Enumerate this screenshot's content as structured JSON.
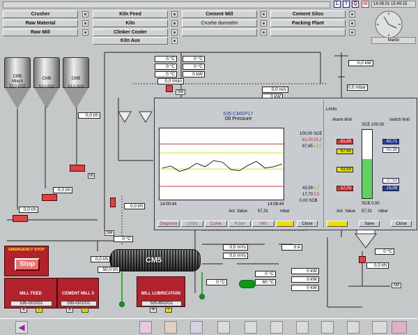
{
  "nav": {
    "col1": [
      "Crusher",
      "Raw Material",
      "Raw Mill"
    ],
    "col2": [
      "Kiln Feed",
      "Kiln",
      "Clinker Cooler",
      "Kiln Aux"
    ],
    "col3": [
      "Cement Mill",
      "Crushe dumselm",
      ""
    ],
    "col4": [
      "Cement Silos",
      "Packing Plant",
      ""
    ],
    "datetime": "14.08.01 15:49:15",
    "user": "Martin",
    "top_icons": [
      "L",
      "I",
      "Q"
    ]
  },
  "silos": [
    {
      "label1": "CM5",
      "label2": "Mixch",
      "label3": "510-S02"
    },
    {
      "label1": "CM5",
      "label2": "",
      "label3": "510-S02"
    },
    {
      "label1": "CM5",
      "label2": "",
      "label3": "510-S03"
    }
  ],
  "feeds": {
    "f1": "0,0 t/h",
    "f2": "0,0 t/h",
    "f3": "0,0 t/h",
    "f4": "0,0 t/h",
    "f5": "0,0 t/h",
    "mill_feed_val": "50,0 t/h"
  },
  "values": {
    "top1": "0 °C",
    "top2": "0 °C",
    "top3": "0 °C",
    "top4": "0 °C",
    "top5": "0 °C",
    "top6": "0 kW",
    "top7": "0,0 l/min",
    "top8": "0,0 m/s",
    "top9": "0 kW",
    "kw_right": "0,0 kW",
    "mbar": "0,0 mbar",
    "temp_mill": "0 °C",
    "flow1": "0,0 m³/s",
    "flow2": "0,0 m³/s",
    "a8": "0 A",
    "c1": "0 °C",
    "c2": "60 °C",
    "c3": "0 °C",
    "kw1": "0 kW",
    "kw2": "0 kW",
    "kw3": "0 kW",
    "tph": "0,0 t/h",
    "ta": "0 °C"
  },
  "mill": {
    "name": "CM5"
  },
  "emergency": {
    "title": "EMERGENCY STOP",
    "button": "Stop"
  },
  "panels": [
    {
      "title": "MILL FEED",
      "tag": "535-G02/G1",
      "a": "A",
      "b": "I"
    },
    {
      "title": "CEMENT MILL 5",
      "tag": "535-G01/G1",
      "a": "A",
      "b": "I"
    },
    {
      "title": "MILL LUBRICATION",
      "tag": "535-B02/G1",
      "a": "A",
      "b": "I"
    }
  ],
  "popup": {
    "tag": "535-CM5/P17",
    "title": "Oil Pressure",
    "scale": [
      "100,00 SCE",
      "81,00",
      "67,65",
      "43,59",
      "17,70",
      "0,00 SCB"
    ],
    "scale_extra": [
      "",
      "16,2",
      "13,5",
      "8,7",
      "3,5",
      ""
    ],
    "t_start": "14:00:44",
    "t_end": "14:08:44",
    "act_label": "Act. Value",
    "act_value": "57,31",
    "unit": "mbar",
    "tabs": [
      "Diagnose",
      "Limits",
      "Curve",
      "Pulse",
      "Info",
      "",
      ""
    ],
    "close": "Close",
    "limits_title": "Limits",
    "alarm_limit": "Alarm limit",
    "switch_limit": "switch limit",
    "sce": "SCE",
    "sce_val": "100,00",
    "scb": "SCB",
    "scb_val": "0,00",
    "alarms": [
      "81,00",
      "67,65",
      "43,59",
      "17,70"
    ],
    "switches": [
      "82,71",
      "65,38",
      "27,53",
      "15,09"
    ],
    "limit_act_label": "Act. Value",
    "limit_act_value": "57,31",
    "limit_unit": "mbar",
    "limit_buttons": [
      "",
      "Save",
      "Close"
    ],
    "trend": [
      45,
      48,
      40,
      44,
      52,
      47,
      56,
      54,
      43,
      41,
      49,
      55,
      45,
      47,
      51
    ],
    "trend_max": 100,
    "bar_fill": 0.5731
  },
  "misc": {
    "sm": "SM",
    "oo": "00"
  },
  "colors": {
    "alarm": "#e03030",
    "warn": "#e8e000",
    "bar": "#60d060",
    "accent": "#2040a0"
  }
}
